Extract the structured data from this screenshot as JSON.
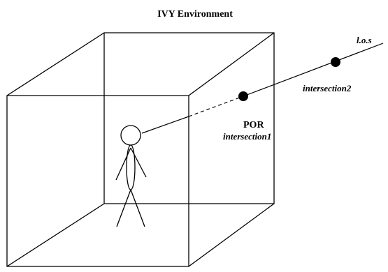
{
  "title": "IVY Environment",
  "labels": {
    "line_of_sight": "l.o.s",
    "intersection2": "intersection2",
    "por": "POR",
    "intersection1": "intersection1"
  }
}
